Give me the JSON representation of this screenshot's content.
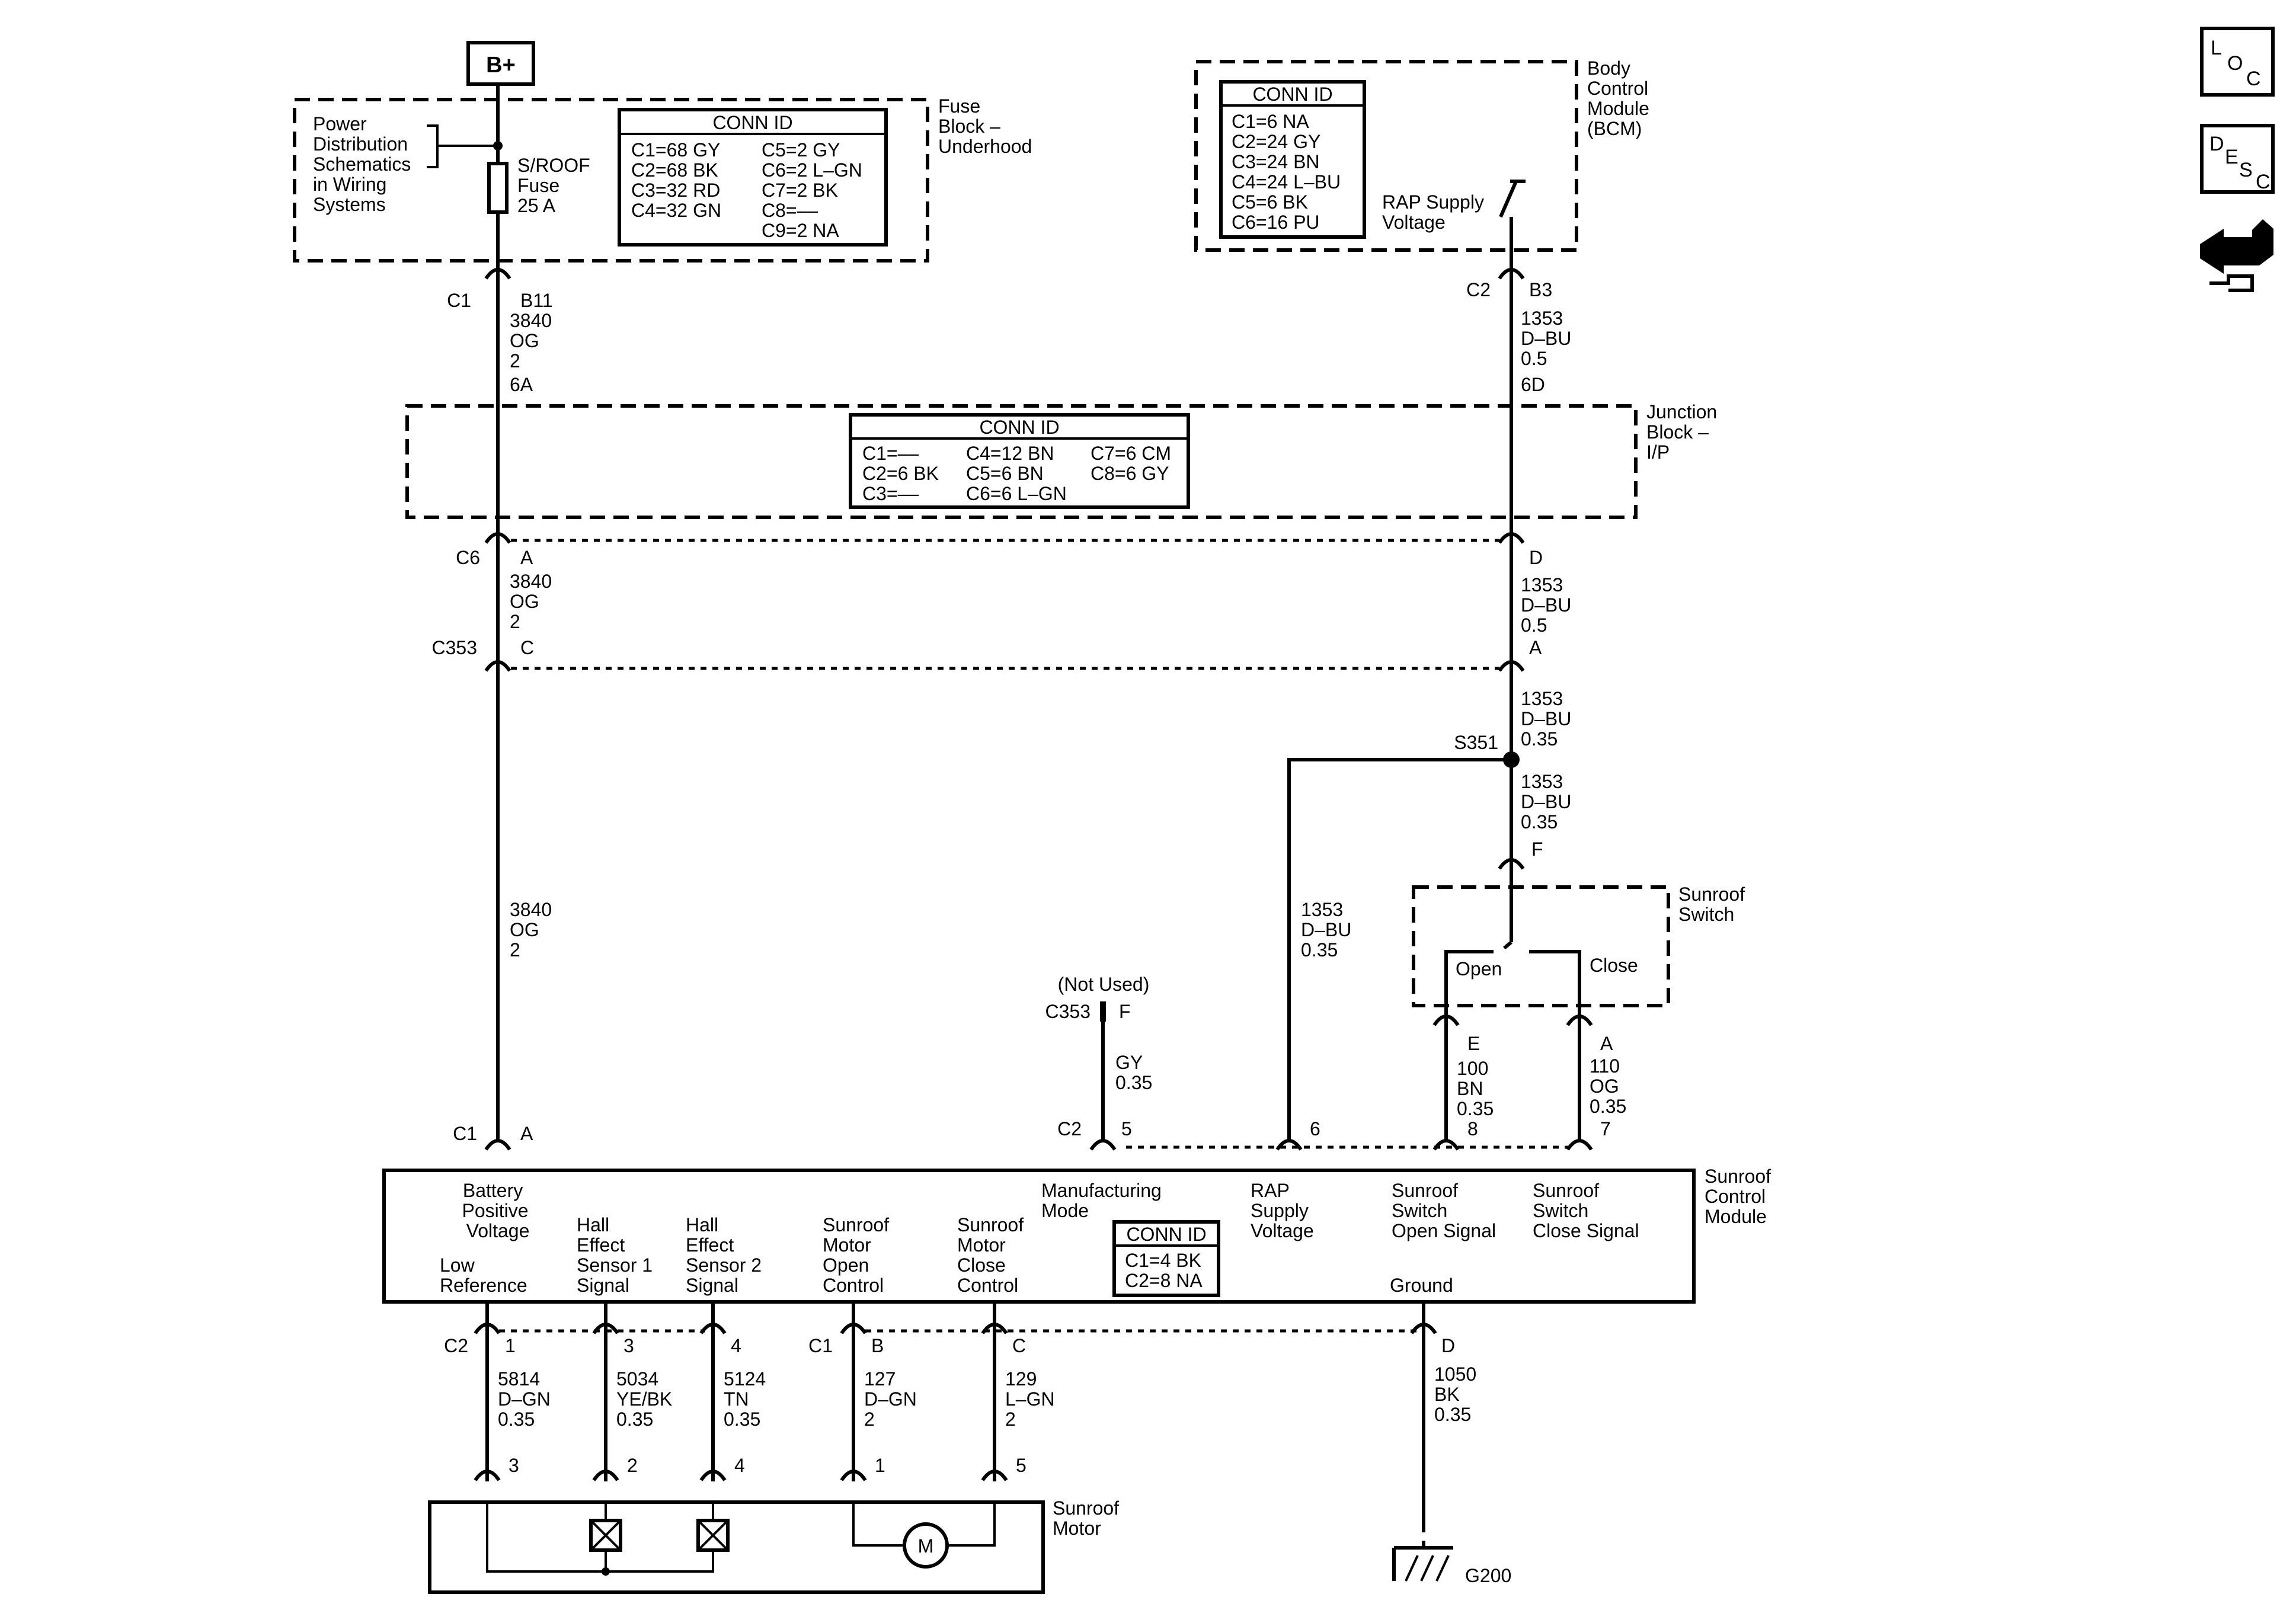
{
  "battery": {
    "label": "B+"
  },
  "fuse_block": {
    "name_lines": [
      "Fuse",
      "Block –",
      "Underhood"
    ],
    "power_dist_lines": [
      "Power",
      "Distribution",
      "Schematics",
      "in Wiring",
      "Systems"
    ],
    "fuse_lines": [
      "S/ROOF",
      "Fuse",
      "25 A"
    ],
    "conn_title": "CONN ID",
    "conn_col1": [
      "C1=68 GY",
      "C2=68 BK",
      "C3=32 RD",
      "C4=32 GN"
    ],
    "conn_col2": [
      "C5=2 GY",
      "C6=2 L–GN",
      "C7=2 BK",
      "C8=––",
      "C9=2 NA"
    ]
  },
  "bcm": {
    "name_lines": [
      "Body",
      "Control",
      "Module",
      "(BCM)"
    ],
    "conn_title": "CONN ID",
    "conn_lines": [
      "C1=6 NA",
      "C2=24 GY",
      "C3=24 BN",
      "C4=24 L–BU",
      "C5=6 BK",
      "C6=16 PU"
    ],
    "rap_lines": [
      "RAP Supply",
      "Voltage"
    ]
  },
  "junction_block": {
    "name_lines": [
      "Junction",
      "Block –",
      "I/P"
    ],
    "conn_title": "CONN ID",
    "conn_col1": [
      "C1=––",
      "C2=6 BK",
      "C3=––"
    ],
    "conn_col2": [
      "C4=12 BN",
      "C5=6 BN",
      "C6=6 L–GN"
    ],
    "conn_col3": [
      "C7=6 CM",
      "C8=6 GY"
    ]
  },
  "left_circuit": {
    "c1_conn": "C1",
    "c1_pin": "B11",
    "wire1": [
      "3840",
      "OG",
      "2"
    ],
    "jb_in_pin": "6A",
    "c6_conn": "C6",
    "c6_pin": "A",
    "wire2": [
      "3840",
      "OG",
      "2"
    ],
    "c353_conn": "C353",
    "c353_pin": "C",
    "wire3": [
      "3840",
      "OG",
      "2"
    ],
    "scm_conn": "C1",
    "scm_pin": "A"
  },
  "right_circuit": {
    "bcm_conn": "C2",
    "bcm_pin": "B3",
    "wire1": [
      "1353",
      "D–BU",
      "0.5"
    ],
    "jb_in_pin": "6D",
    "jb_out_pin": "D",
    "wire2": [
      "1353",
      "D–BU",
      "0.5"
    ],
    "c353_pin": "A",
    "wire3": [
      "1353",
      "D–BU",
      "0.35"
    ],
    "splice": "S351",
    "wire4": [
      "1353",
      "D–BU",
      "0.35"
    ],
    "switch_pin": "F",
    "rap_wire": [
      "1353",
      "D–BU",
      "0.35"
    ],
    "scm_rap_pin": "6"
  },
  "sunroof_switch": {
    "name_lines": [
      "Sunroof",
      "Switch"
    ],
    "open": "Open",
    "close": "Close",
    "open_pin": "E",
    "close_pin": "A",
    "open_wire": [
      "100",
      "BN",
      "0.35"
    ],
    "close_wire": [
      "110",
      "OG",
      "0.35"
    ],
    "scm_open_pin": "8",
    "scm_close_pin": "7"
  },
  "mfg_mode": {
    "not_used": "(Not Used)",
    "conn": "C353",
    "pin": "F",
    "wire": [
      "GY",
      "0.35"
    ],
    "scm_conn": "C2",
    "scm_pin": "5"
  },
  "scm": {
    "name_lines": [
      "Sunroof",
      "Control",
      "Module"
    ],
    "battery_lines": [
      "Battery",
      "Positive",
      "Voltage"
    ],
    "low_ref_lines": [
      "Low",
      "Reference"
    ],
    "hall1_lines": [
      "Hall",
      "Effect",
      "Sensor 1",
      "Signal"
    ],
    "hall2_lines": [
      "Hall",
      "Effect",
      "Sensor 2",
      "Signal"
    ],
    "open_ctrl_lines": [
      "Sunroof",
      "Motor",
      "Open",
      "Control"
    ],
    "close_ctrl_lines": [
      "Sunroof",
      "Motor",
      "Close",
      "Control"
    ],
    "mfg_lines": [
      "Manufacturing",
      "Mode"
    ],
    "rap_lines": [
      "RAP",
      "Supply",
      "Voltage"
    ],
    "sw_open_lines": [
      "Sunroof",
      "Switch",
      "Open Signal"
    ],
    "sw_close_lines": [
      "Sunroof",
      "Switch",
      "Close Signal"
    ],
    "ground": "Ground",
    "conn_title": "CONN ID",
    "conn_lines": [
      "C1=4 BK",
      "C2=8 NA"
    ]
  },
  "bottom": {
    "c2_conn": "C2",
    "lowref_pin": "1",
    "hall1_pin": "3",
    "hall2_pin": "4",
    "c1_conn": "C1",
    "open_pin": "B",
    "close_pin": "C",
    "ground_pin": "D",
    "lowref_wire": [
      "5814",
      "D–GN",
      "0.35"
    ],
    "hall1_wire": [
      "5034",
      "YE/BK",
      "0.35"
    ],
    "hall2_wire": [
      "5124",
      "TN",
      "0.35"
    ],
    "open_wire": [
      "127",
      "D–GN",
      "2"
    ],
    "close_wire": [
      "129",
      "L–GN",
      "2"
    ],
    "ground_wire": [
      "1050",
      "BK",
      "0.35"
    ],
    "motor_pins": [
      "3",
      "2",
      "4",
      "1",
      "5"
    ],
    "motor_symbol": "M",
    "ground_label": "G200"
  },
  "motor": {
    "name_lines": [
      "Sunroof",
      "Motor"
    ]
  },
  "icons": {
    "loc": [
      "L",
      "O",
      "C"
    ],
    "desc": [
      "D",
      "E",
      "S",
      "C"
    ]
  }
}
